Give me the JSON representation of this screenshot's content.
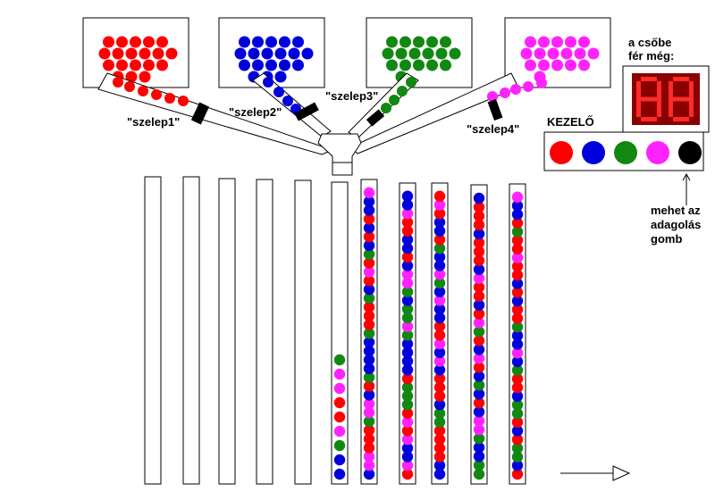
{
  "colors": {
    "red": "#ff0000",
    "blue": "#0000dd",
    "green": "#118811",
    "magenta": "#ff22ff",
    "black": "#000000",
    "display_bg": "#8a0000",
    "segment_on": "#ff2a2a"
  },
  "hoppers": [
    {
      "color": "red",
      "ball_count": 19
    },
    {
      "color": "blue",
      "ball_count": 19
    },
    {
      "color": "green",
      "ball_count": 17
    },
    {
      "color": "magenta",
      "ball_count": 17
    }
  ],
  "valves": {
    "labels": [
      "\"szelep1\"",
      "\"szelep2\"",
      "\"szelep3\"",
      "\"szelep4\""
    ]
  },
  "display": {
    "caption_line1": "a csőbe",
    "caption_line2": "fér még:",
    "value": "88"
  },
  "operator": {
    "title": "KEZELŐ",
    "buttons": [
      {
        "color": "red",
        "icon": "red-button"
      },
      {
        "color": "blue",
        "icon": "blue-button"
      },
      {
        "color": "green",
        "icon": "green-button"
      },
      {
        "color": "magenta",
        "icon": "magenta-button"
      },
      {
        "color": "black",
        "icon": "black-button"
      }
    ],
    "note_line1": "mehet az",
    "note_line2": "adagolás",
    "note_line3": "gomb"
  },
  "tubes": [
    {
      "balls": []
    },
    {
      "balls": []
    },
    {
      "balls": []
    },
    {
      "balls": []
    },
    {
      "balls": []
    },
    {
      "balls": [
        "blue",
        "blue",
        "green",
        "magenta",
        "red",
        "red",
        "magenta",
        "magenta",
        "green"
      ]
    },
    {
      "balls": [
        "blue",
        "magenta",
        "magenta",
        "red",
        "red",
        "red",
        "green",
        "magenta",
        "magenta",
        "blue",
        "red",
        "green",
        "blue",
        "blue",
        "blue",
        "blue",
        "green",
        "red",
        "red",
        "red",
        "green",
        "blue",
        "red",
        "magenta",
        "red",
        "green",
        "blue",
        "red",
        "blue",
        "red",
        "blue",
        "blue",
        "magenta"
      ]
    },
    {
      "balls": [
        "red",
        "magenta",
        "blue",
        "blue",
        "magenta",
        "red",
        "magenta",
        "red",
        "green",
        "green",
        "green",
        "red",
        "blue",
        "blue",
        "blue",
        "blue",
        "green",
        "magenta",
        "green",
        "green",
        "blue",
        "green",
        "magenta",
        "magenta",
        "blue",
        "red",
        "blue",
        "blue",
        "red",
        "red",
        "magenta",
        "blue",
        "blue"
      ]
    },
    {
      "balls": [
        "blue",
        "blue",
        "red",
        "red",
        "red",
        "red",
        "green",
        "green",
        "blue",
        "red",
        "red",
        "red",
        "blue",
        "magenta",
        "blue",
        "magenta",
        "red",
        "red",
        "blue",
        "blue",
        "magenta",
        "blue",
        "green",
        "magenta",
        "blue",
        "blue",
        "green",
        "red",
        "blue",
        "blue",
        "red",
        "magenta",
        "red"
      ]
    },
    {
      "balls": [
        "green",
        "green",
        "blue",
        "blue",
        "green",
        "magenta",
        "magenta",
        "blue",
        "red",
        "blue",
        "green",
        "blue",
        "red",
        "magenta",
        "blue",
        "red",
        "green",
        "magenta",
        "red",
        "blue",
        "red",
        "red",
        "magenta",
        "blue",
        "red",
        "red",
        "red",
        "blue",
        "red",
        "red",
        "red",
        "blue"
      ]
    },
    {
      "balls": [
        "red",
        "blue",
        "green",
        "green",
        "red",
        "blue",
        "red",
        "green",
        "green",
        "blue",
        "red",
        "red",
        "green",
        "blue",
        "magenta",
        "blue",
        "blue",
        "green",
        "red",
        "red",
        "blue",
        "red",
        "blue",
        "red",
        "red",
        "magenta",
        "red",
        "red",
        "green",
        "red",
        "blue",
        "blue",
        "magenta"
      ]
    }
  ],
  "flow_arrow": {
    "direction": "right"
  }
}
